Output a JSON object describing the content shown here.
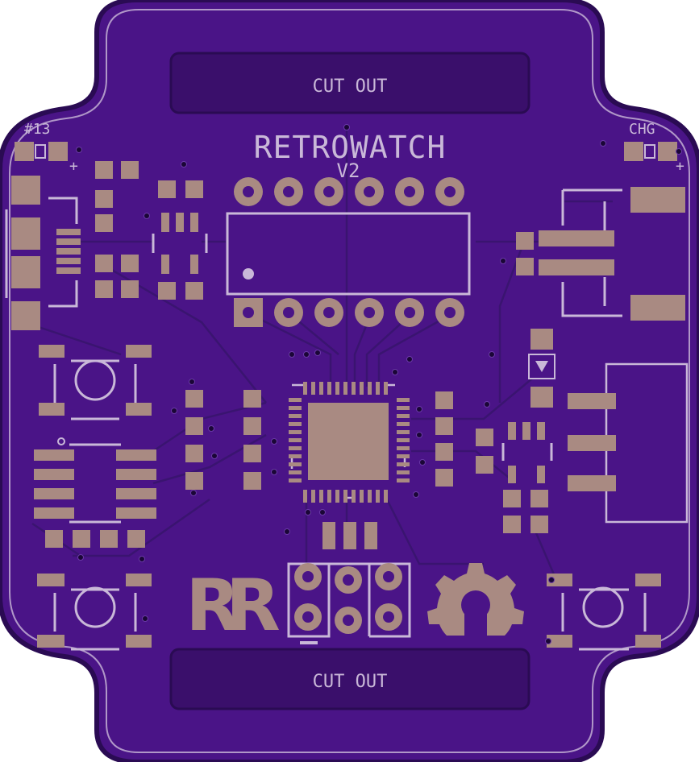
{
  "board": {
    "title": "RETROWATCH",
    "version": "V2",
    "cutout_top": "CUT OUT",
    "cutout_bottom": "CUT OUT",
    "led_left_label": "#13",
    "led_right_label": "CHG",
    "plus_left": "+",
    "plus_right": "+",
    "logo_text": "RR",
    "colors": {
      "board_edge": "#2a0b53",
      "board_fill": "#4a1487",
      "silkscreen": "#c9b8d8",
      "pad": "#a98a82",
      "cutout": "#3a0f6b"
    }
  }
}
